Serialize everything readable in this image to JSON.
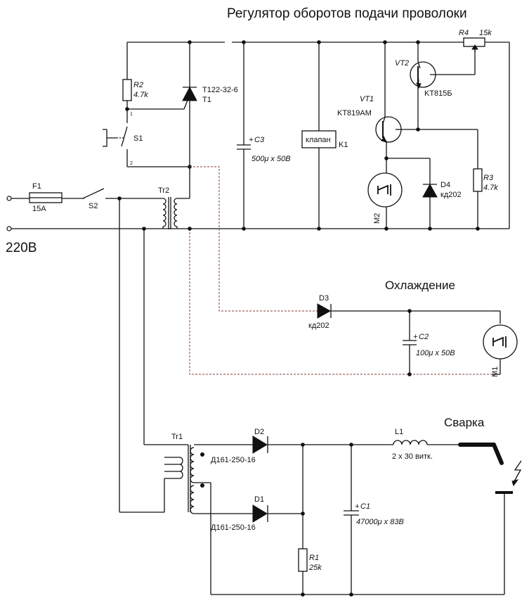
{
  "titles": {
    "wire_feed": "Регулятор оборотов подачи проволоки",
    "cooling": "Охлаждение",
    "welding": "Сварка",
    "mains": "220В"
  },
  "components": {
    "r4": {
      "name": "R4",
      "value": "15k"
    },
    "vt2": {
      "name": "VT2",
      "part": "KT815Б"
    },
    "vt1": {
      "name": "VT1",
      "part": "KT819AM"
    },
    "r2": {
      "name": "R2",
      "value": "4.7k"
    },
    "t1": {
      "part": "T122-32-6",
      "name": "T1"
    },
    "s1": {
      "name": "S1",
      "pin1": "1",
      "pin2": "2"
    },
    "c3": {
      "name": "C3",
      "value": "500μ x 50B"
    },
    "k1": {
      "body": "клапан",
      "name": "K1"
    },
    "m2": {
      "name": "M2"
    },
    "d4": {
      "name": "D4",
      "part": "кд202"
    },
    "r3": {
      "name": "R3",
      "value": "4.7k"
    },
    "f1": {
      "name": "F1",
      "value": "15A"
    },
    "s2": {
      "name": "S2"
    },
    "tr2": {
      "name": "Tr2"
    },
    "d3": {
      "name": "D3",
      "part": "кд202"
    },
    "c2": {
      "name": "C2",
      "value": "100μ x 50B"
    },
    "m1": {
      "name": "M1"
    },
    "tr1": {
      "name": "Tr1"
    },
    "d2": {
      "name": "D2",
      "part": "Д161-250-16"
    },
    "d1": {
      "name": "D1",
      "part": "Д161-250-16"
    },
    "l1": {
      "name": "L1",
      "value": "2 x 30 витк."
    },
    "c1": {
      "name": "C1",
      "value": "47000μ x 83B"
    },
    "r1": {
      "name": "R1",
      "value": "25k"
    }
  }
}
